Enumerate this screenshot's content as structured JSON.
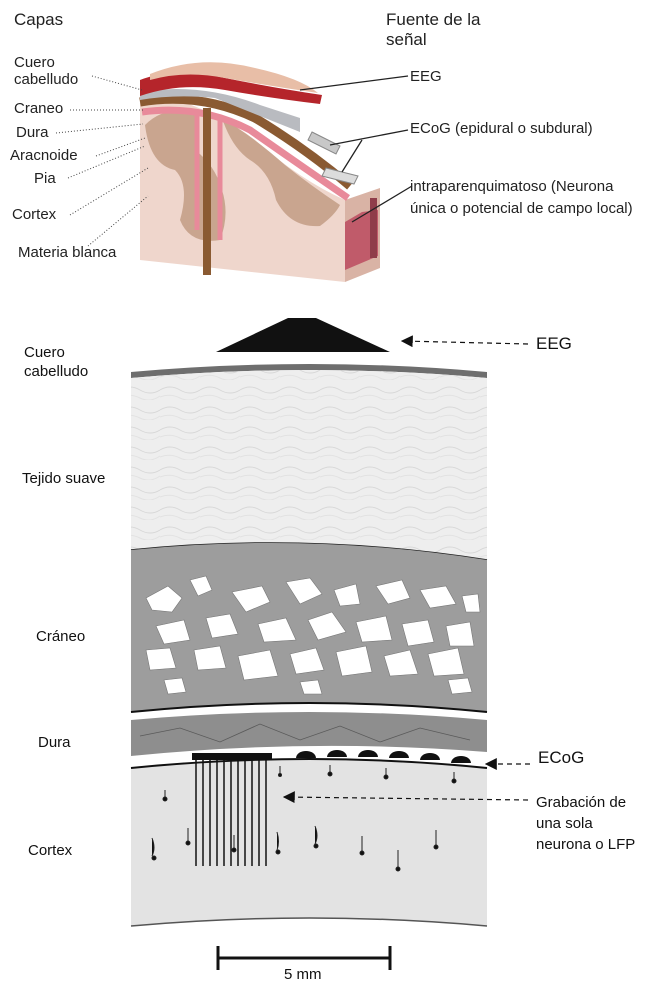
{
  "top_panel": {
    "layers_heading": "Capas",
    "source_heading": "Fuente de la señal",
    "layer_labels": [
      "Cuero cabelludo",
      "Craneo",
      "Dura",
      "Aracnoide",
      "Pia",
      "Cortex",
      "Materia blanca"
    ],
    "signal_labels": {
      "eeg": "EEG",
      "ecog": "ECoG",
      "ecog_note": "(epidural o subdural)",
      "intra": "intraparenquimatoso (Neurona única o potencial de campo local)"
    }
  },
  "bottom_panel": {
    "layer_labels": [
      "Cuero cabelludo",
      "Tejido suave",
      "Cráneo",
      "Dura",
      "Cortex"
    ],
    "arrow_labels": {
      "eeg": "EEG",
      "ecog": "ECoG",
      "single_neuron": "Grabación de una sola neurona o LFP"
    },
    "scale_bar": "5 mm"
  },
  "colors": {
    "scalp_red": "#b5252b",
    "skull_gray": "#b9bbc0",
    "dura_brown": "#8a5a32",
    "pia_pink": "#e88a9a",
    "cortex_tan": "#c9a58f",
    "white_matter": "#efd6cc",
    "soft_tissue": "#eeeeee",
    "bone_gray": "#9d9d9d",
    "cortex_light": "#e3e3e3"
  }
}
